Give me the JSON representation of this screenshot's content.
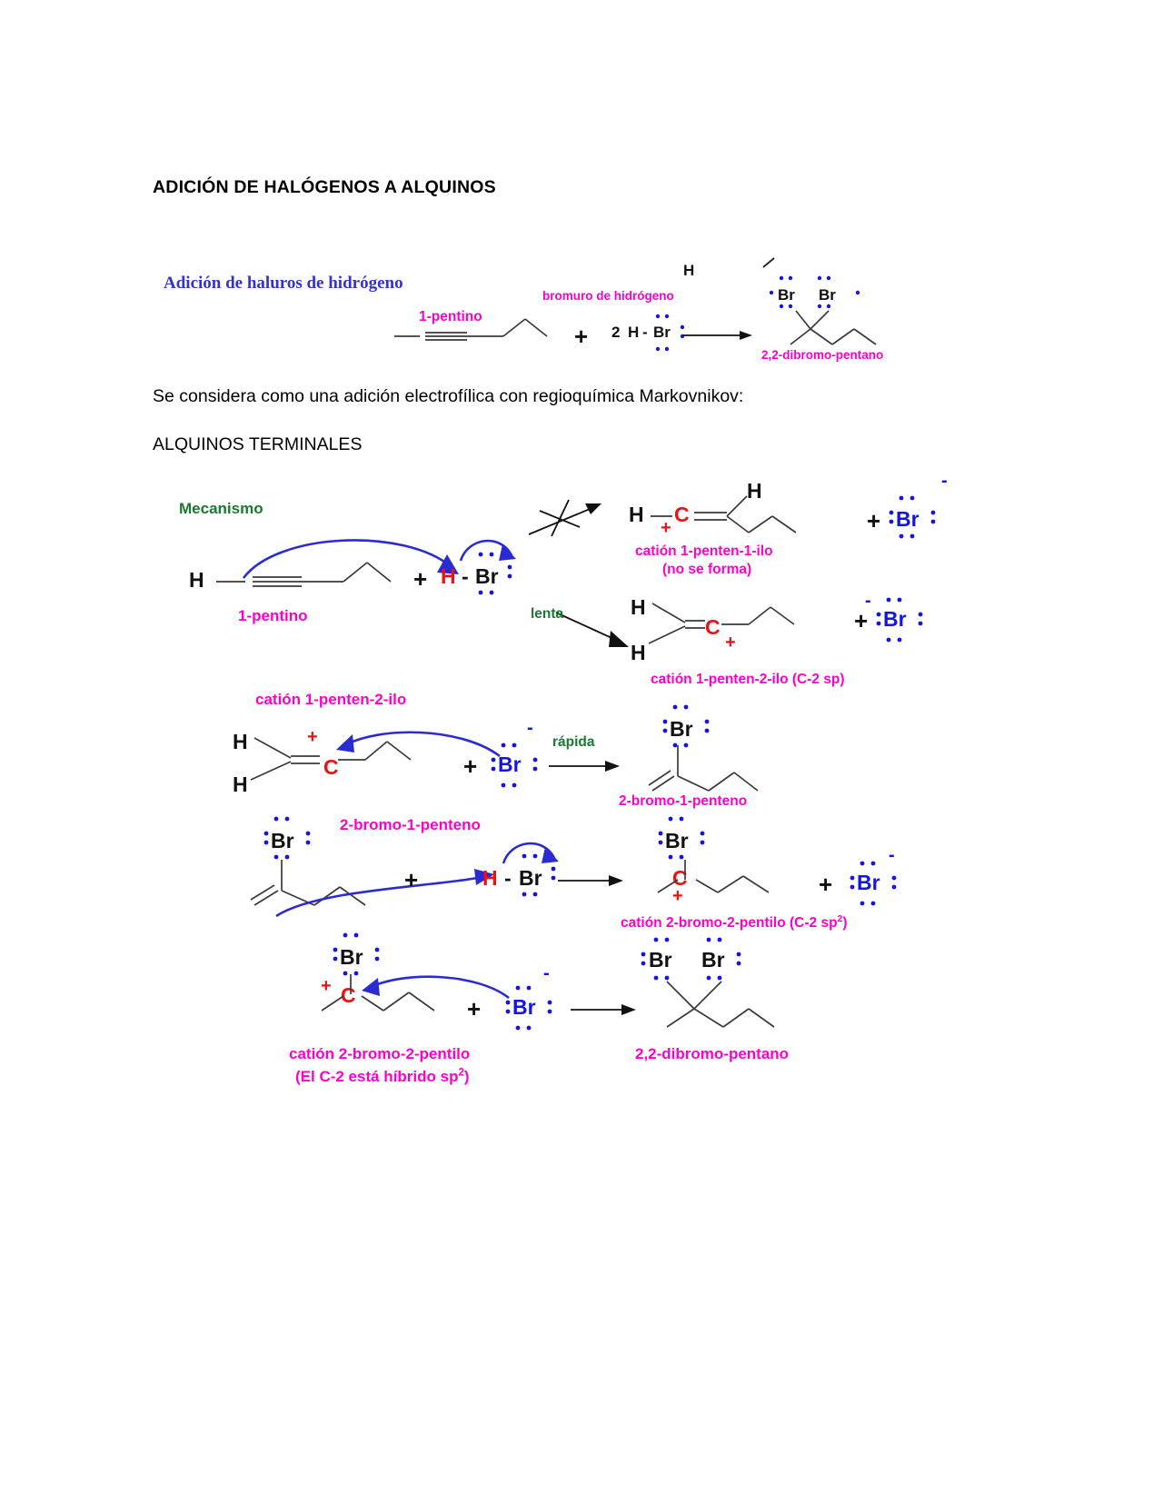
{
  "document": {
    "title": "ADICIÓN DE HALÓGENOS A ALQUINOS",
    "paragraph_1": "Se considera como una adición electrofílica con regioquímica Markovnikov:",
    "paragraph_2": "ALQUINOS TERMINALES"
  },
  "scheme_overall": {
    "heading": "Adición de haluros de hidrógeno",
    "reactant_label": "1-pentino",
    "reagent_label": "bromuro de hidrógeno",
    "reagent_coefficient": "2",
    "reagent_h": "H",
    "reagent_dash": "-",
    "reagent_br": "Br",
    "product_label": "2,2-dibromo-pentano",
    "product_br_left": "Br",
    "product_br_right": "Br",
    "product_h_top": "H",
    "plus": "+"
  },
  "mechanism": {
    "heading": "Mecanismo",
    "step1": {
      "reactant_label": "1-pentino",
      "reactant_h": "H",
      "plus": "+",
      "hbr_h": "H",
      "hbr_dash": "-",
      "hbr_br": "Br",
      "rate_label": "lenta",
      "top_product": {
        "h_left": "H",
        "h_top": "H",
        "carbon": "C",
        "charge": "+",
        "label_line1": "catión 1-penten-1-ilo",
        "label_line2": "(no se forma)",
        "plus": "+",
        "bromide": "Br",
        "bromide_charge": "-"
      },
      "bottom_product": {
        "h_top": "H",
        "h_bottom": "H",
        "carbon": "C",
        "charge": "+",
        "label": "catión 1-penten-2-ilo (C-2 sp)",
        "plus": "+",
        "bromide": "Br",
        "bromide_charge": "-"
      }
    },
    "step2": {
      "reactant_label": "catión 1-penten-2-ilo",
      "reactant_h_top": "H",
      "reactant_h_bottom": "H",
      "carbon": "C",
      "charge": "+",
      "plus": "+",
      "bromide": "Br",
      "bromide_charge": "-",
      "rate_label": "rápida",
      "product_br": "Br",
      "product_label": "2-bromo-1-penteno"
    },
    "step3": {
      "reactant_label": "2-bromo-1-penteno",
      "reactant_br": "Br",
      "plus": "+",
      "hbr_h": "H",
      "hbr_dash": "-",
      "hbr_br": "Br",
      "product_br": "Br",
      "product_carbon": "C",
      "product_charge": "+",
      "product_label": "catión 2-bromo-2-pentilo (C-2 sp2)",
      "product_label_sup": "2",
      "plus2": "+",
      "bromide": "Br",
      "bromide_charge": "-"
    },
    "step4": {
      "reactant_br": "Br",
      "reactant_carbon": "C",
      "reactant_charge": "+",
      "reactant_label_line1": "catión 2-bromo-2-pentilo",
      "reactant_label_line2": "(El C-2 está híbrido sp2)",
      "reactant_label_sup": "2",
      "plus": "+",
      "bromide": "Br",
      "bromide_charge": "-",
      "product_br_left": "Br",
      "product_br_right": "Br",
      "product_label": "2,2-dibromo-pentano"
    }
  },
  "colors": {
    "magenta": "#ff00cc",
    "blue_label": "#3333cc",
    "blue_atom": "#1414e6",
    "green": "#1a7a2e",
    "red": "#ee1111",
    "black": "#111111"
  }
}
